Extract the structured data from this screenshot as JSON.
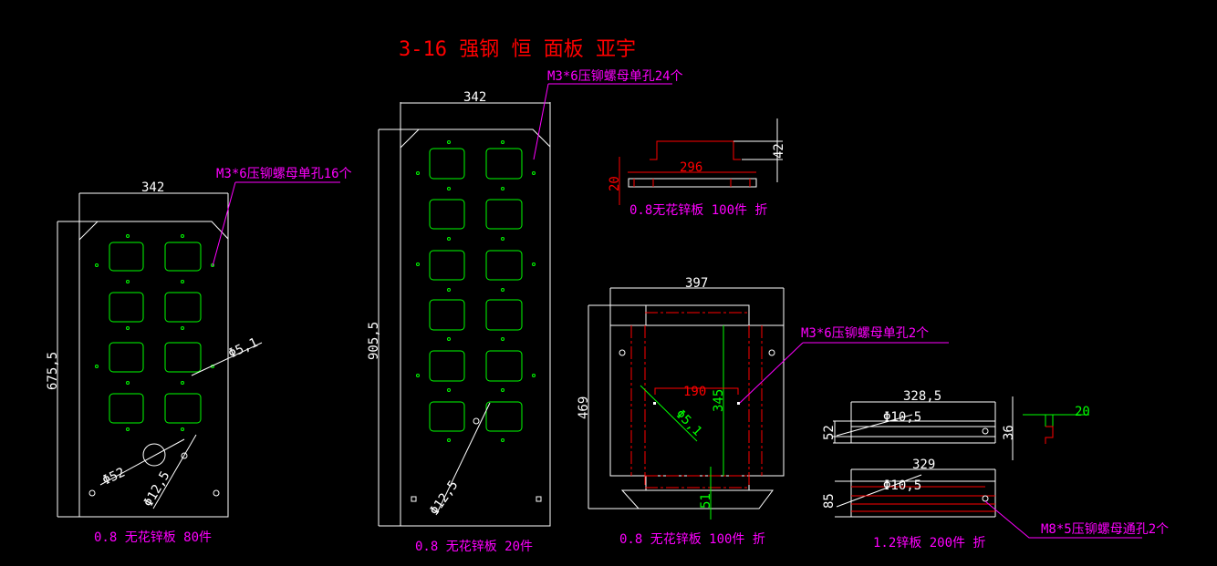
{
  "title": "3-16 强钢 恒 面板 亚宇",
  "colors": {
    "background": "#000000",
    "outline": "#ffffff",
    "cutout": "#00ff00",
    "bend": "#ff0000",
    "note": "#ff00ff"
  },
  "panel1": {
    "width_dim": "342",
    "height_dim": "675,5",
    "hole_dim": "Φ5,1",
    "big_hole_dim": "Φ52",
    "small_hole_dim": "Φ12,5",
    "note": "M3*6压铆螺母单孔16个",
    "caption": "0.8 无花锌板 80件"
  },
  "panel2": {
    "width_dim": "342",
    "height_dim": "905,5",
    "small_hole_dim": "Φ12,5",
    "note": "M3*6压铆螺母单孔24个",
    "caption": "0.8 无花锌板 20件"
  },
  "panel3": {
    "length_dim": "296",
    "height_dim": "20",
    "flange_dim": "42",
    "caption": "0.8无花锌板 100件 折"
  },
  "panel4": {
    "width_dim": "397",
    "height_dim": "469",
    "hole_span_dim": "190",
    "inner_height_dim": "345",
    "hole_dim": "Φ5,1",
    "bottom_dim": "51",
    "note": "M3*6压铆螺母单孔2个",
    "caption": "0.8 无花锌板 100件 折"
  },
  "panel5": {
    "top_length_dim": "328,5",
    "top_hole_dim": "Φ10,5",
    "top_height_dim": "52",
    "top_height2_dim": "36",
    "profile_dim": "20",
    "bottom_length_dim": "329",
    "bottom_hole_dim": "Φ10,5",
    "bottom_height_dim": "85",
    "note": "M8*5压铆螺母通孔2个",
    "caption": "1.2锌板 200件 折"
  }
}
